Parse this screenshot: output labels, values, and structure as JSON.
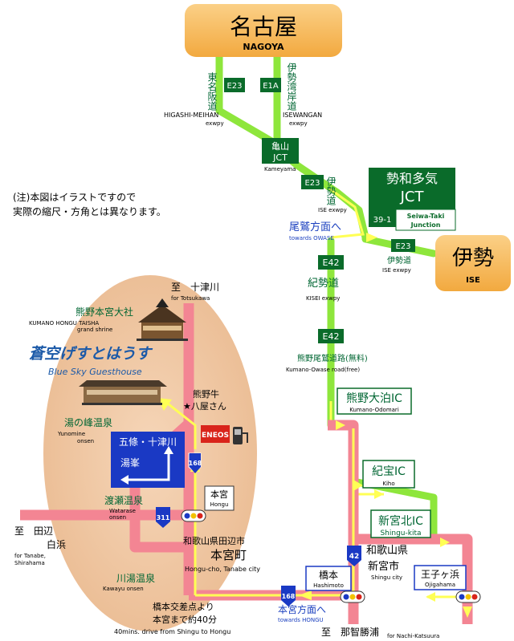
{
  "note": {
    "line1": "(注)本図はイラストですので",
    "line2": "実際の縮尺・方角とは異なります。"
  },
  "cities": {
    "nagoya": {
      "name": "名古屋",
      "romaji": "NAGOYA"
    },
    "ise": {
      "name": "伊勢",
      "romaji": "ISE"
    }
  },
  "roads": {
    "higashi_meihan": {
      "jp": "東名阪道",
      "en": "HIGASHI-MEIHAN",
      "sub": "exwpy",
      "code": "E23"
    },
    "isewangan": {
      "jp": "伊勢湾岸道",
      "en": "ISEWANGAN",
      "sub": "exwpy",
      "code": "E1A"
    },
    "kameyama": {
      "jp1": "亀山",
      "jp2": "JCT",
      "en": "Kameyama"
    },
    "ise_exwpy": {
      "jp": "伊勢道",
      "en": "ISE exwpy",
      "code": "E23"
    },
    "ise_exwpy2": {
      "jp": "伊勢道",
      "en": "ISE exwpy",
      "code": "E23"
    },
    "seiwa": {
      "jp1": "勢和多気",
      "jp2": "JCT",
      "en1": "Seiwa-Taki",
      "en2": "Junction",
      "exit": "39-1"
    },
    "owase_dir": {
      "jp": "尾鷲方面へ",
      "en": "towards OWASE"
    },
    "kisei": {
      "jp": "紀勢道",
      "en": "KISEI exwpy",
      "code": "E42",
      "code2": "E42"
    },
    "kumano_owase": {
      "jp": "熊野尾鷲道路(無料)",
      "en": "Kumano-Owase road(free)"
    },
    "kumano_odomari": {
      "jp": "熊野大泊IC",
      "en": "Kumano-Odomari"
    },
    "kiho": {
      "jp": "紀宝IC",
      "en": "Kiho"
    },
    "shingu_kita": {
      "jp": "新宮北IC",
      "en": "Shingu-kita"
    }
  },
  "places": {
    "totsukawa": {
      "jp": "至　十津川",
      "en": "for Totsukawa"
    },
    "taisha": {
      "jp": "熊野本宮大社",
      "en1": "KUMANO HONGU TAISHA",
      "en2": "grand shrine"
    },
    "guesthouse": {
      "jp": "蒼空げすとはうす",
      "en": "Blue Sky Guesthouse"
    },
    "yunomine": {
      "jp": "湯の峰温泉",
      "en1": "Yunomine",
      "en2": "onsen"
    },
    "kumanogyu": {
      "jp1": "熊野牛",
      "jp2": "★八屋さん"
    },
    "eneos": "ENEOS",
    "sign": {
      "line1": "五條・十津川",
      "line2": "湯峯"
    },
    "route168": "168",
    "route311": "311",
    "route42": "42",
    "route168b": "168",
    "hongu_box": {
      "jp": "本宮",
      "en": "Hongu"
    },
    "watarase": {
      "jp": "渡瀬温泉",
      "en1": "Watarase",
      "en2": "onsen"
    },
    "tanabe": {
      "jp1": "至　田辺",
      "jp2": "白浜",
      "en1": "for Tanabe,",
      "en2": "Shirahama"
    },
    "hongucho": {
      "jp1": "和歌山県田辺市",
      "jp2": "本宮町",
      "en": "Hongu-cho, Tanabe city"
    },
    "kawayu": {
      "jp": "川湯温泉",
      "en": "Kawayu onsen"
    },
    "shingu": {
      "jp1": "和歌山県",
      "jp2": "新宮市",
      "en": "Shingu city"
    },
    "hashimoto": {
      "jp": "橋本",
      "en": "Hashimoto"
    },
    "ojigahama": {
      "jp": "王子ヶ浜",
      "en": "Ojigahama"
    },
    "hongu_dir": {
      "jp": "本宮方面へ",
      "en": "towards HONGU"
    },
    "drive": {
      "jp1": "橋本交差点より",
      "jp2": "本宮まで約40分",
      "en": "40mins. drive from Shingu to Hongu"
    },
    "nachi": {
      "jp": "至　那智勝浦",
      "en": "for Nachi-Katsuura"
    }
  }
}
